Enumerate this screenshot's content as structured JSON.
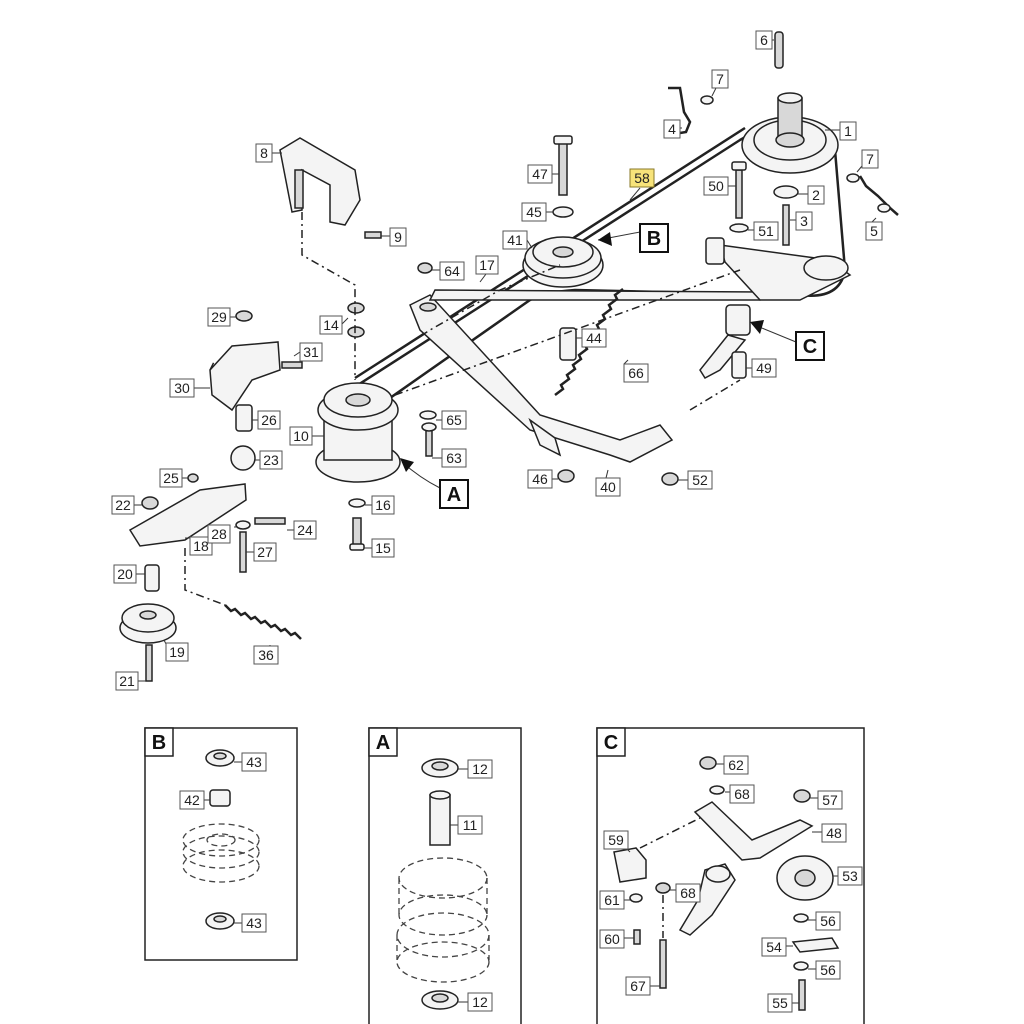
{
  "callouts": {
    "c1": "1",
    "c2": "2",
    "c3": "3",
    "c4": "4",
    "c5": "5",
    "c6": "6",
    "c7a": "7",
    "c7b": "7",
    "c8": "8",
    "c9": "9",
    "c10": "10",
    "c14": "14",
    "c15": "15",
    "c16": "16",
    "c17": "17",
    "c18": "18",
    "c19": "19",
    "c20": "20",
    "c21": "21",
    "c22": "22",
    "c23": "23",
    "c24": "24",
    "c25": "25",
    "c26": "26",
    "c27": "27",
    "c28": "28",
    "c29": "29",
    "c30": "30",
    "c31": "31",
    "c36": "36",
    "c40": "40",
    "c41": "41",
    "c44": "44",
    "c45": "45",
    "c46": "46",
    "c47": "47",
    "c49": "49",
    "c50": "50",
    "c51": "51",
    "c52": "52",
    "c58": "58",
    "c63": "63",
    "c64": "64",
    "c65": "65",
    "c66": "66"
  },
  "views": {
    "b": {
      "tag": "B",
      "c43a": "43",
      "c42": "42",
      "c43b": "43"
    },
    "a": {
      "tag": "A",
      "c12a": "12",
      "c11": "11",
      "c12b": "12"
    },
    "c": {
      "tag": "C",
      "c62": "62",
      "c68a": "68",
      "c57": "57",
      "c48": "48",
      "c59": "59",
      "c53": "53",
      "c68b": "68",
      "c61": "61",
      "c56a": "56",
      "c60": "60",
      "c54": "54",
      "c56b": "56",
      "c67": "67",
      "c55": "55"
    }
  },
  "markers": {
    "b": "B",
    "a": "A",
    "c": "C"
  },
  "highlight_color": "#f7e37a"
}
